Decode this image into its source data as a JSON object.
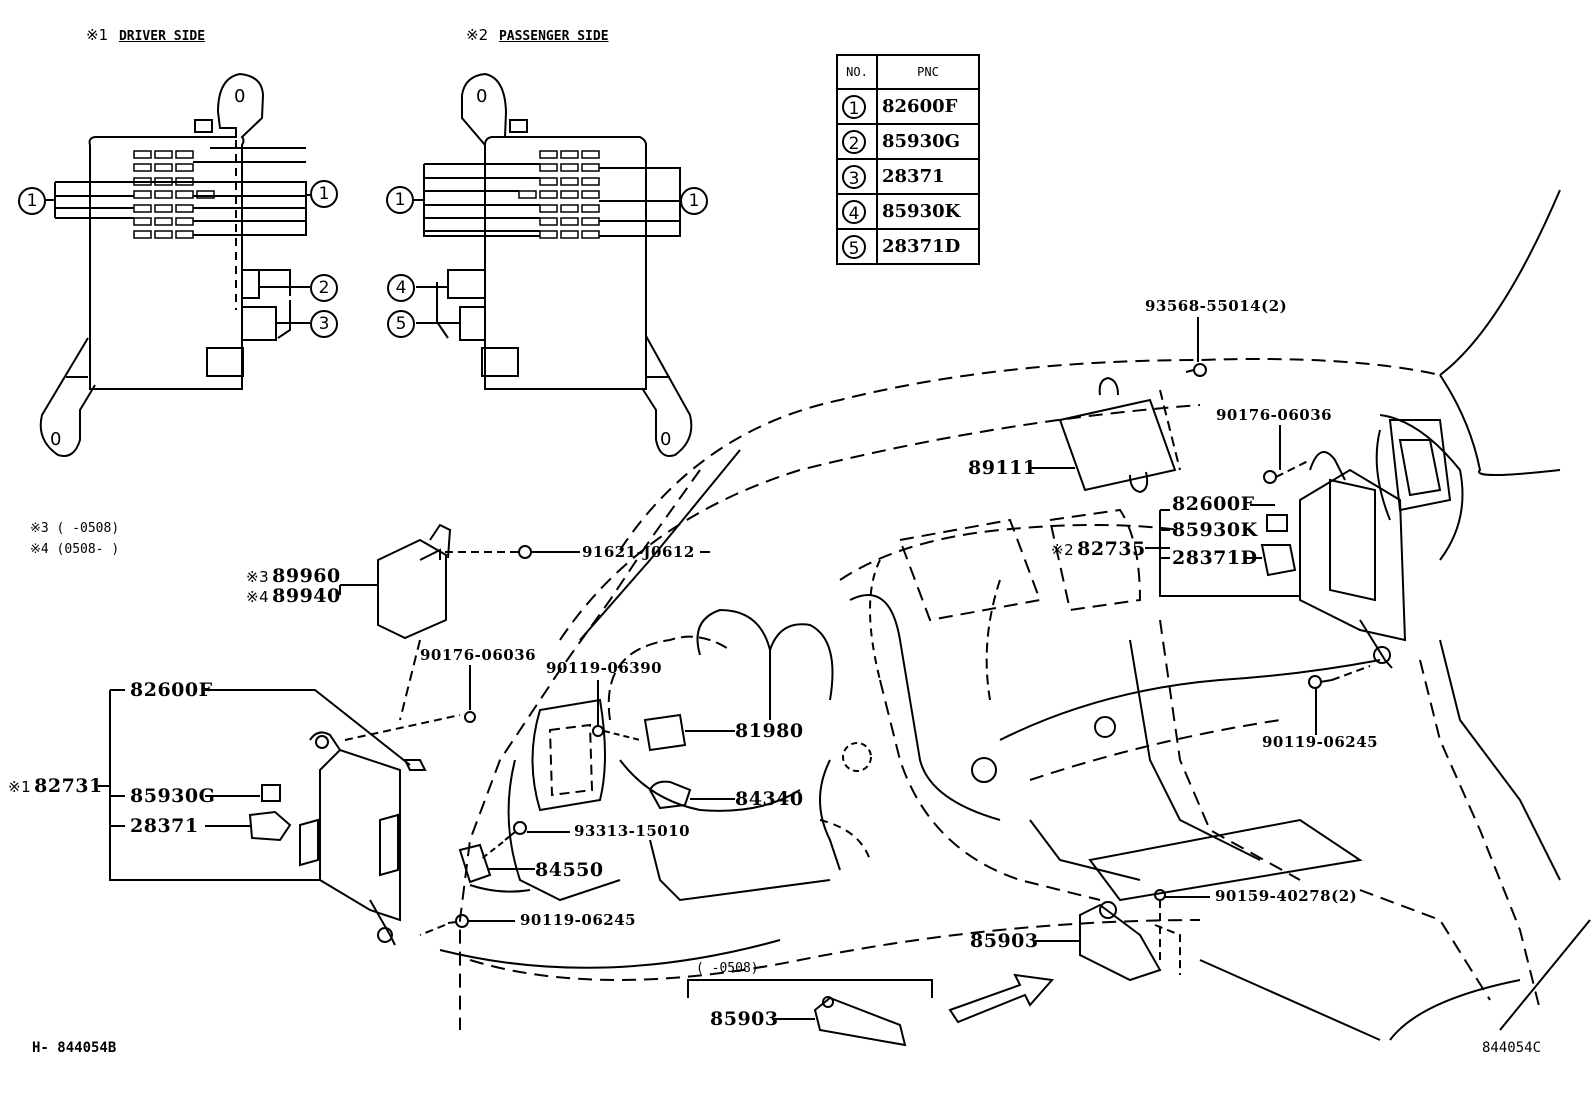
{
  "headers": {
    "driver": {
      "mark": "※1",
      "label": "DRIVER SIDE"
    },
    "passenger": {
      "mark": "※2",
      "label": "PASSENGER SIDE"
    }
  },
  "pnc_table": {
    "col_no": "NO.",
    "col_pnc": "PNC",
    "rows": [
      {
        "no": "1",
        "pnc": "82600F"
      },
      {
        "no": "2",
        "pnc": "85930G"
      },
      {
        "no": "3",
        "pnc": "28371"
      },
      {
        "no": "4",
        "pnc": "85930K"
      },
      {
        "no": "5",
        "pnc": "28371D"
      }
    ]
  },
  "detail_callouts": {
    "driver": [
      "1",
      "1",
      "2",
      "3"
    ],
    "passenger": [
      "1",
      "1",
      "4",
      "5"
    ]
  },
  "notes": {
    "n3": "※3 (     -0508)",
    "n4": "※4 (0508-     )"
  },
  "parts": {
    "p93568": "93568-55014(2)",
    "p90176_r": "90176-06036",
    "p89111": "89111",
    "p82735_mark": "※2",
    "p82735": "82735",
    "p82600F_r": "82600F",
    "p85930K": "85930K",
    "p28371D": "28371D",
    "p90119_r": "90119-06245",
    "p89960_mark": "※3",
    "p89960": "89960",
    "p89940_mark": "※4",
    "p89940": "89940",
    "p91621": "91621-J0612",
    "p90176_l": "90176-06036",
    "p90119_06390": "90119-06390",
    "p81980": "81980",
    "p84340": "84340",
    "p93313": "93313-15010",
    "p84550": "84550",
    "p90119_l": "90119-06245",
    "p82600F_l": "82600F",
    "p82731_mark": "※1",
    "p82731": "82731",
    "p85930G": "85930G",
    "p28371": "28371",
    "p90159": "90159-40278(2)",
    "p85903_a": "85903",
    "p85903_b": "85903",
    "p85903_range": "(     -0508)"
  },
  "footer": {
    "left_id": "H- 844054B",
    "right_id": "844054C"
  }
}
